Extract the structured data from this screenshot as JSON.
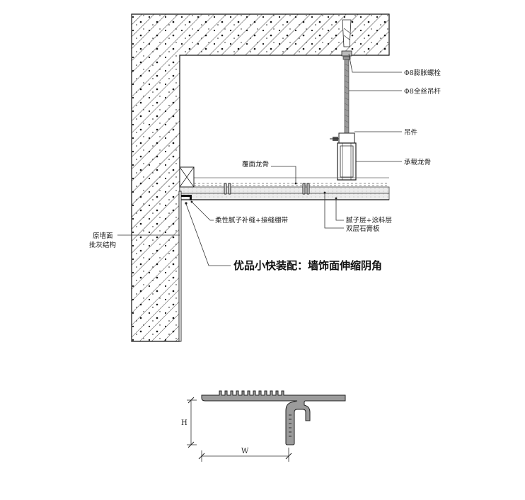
{
  "labels": {
    "expansion_bolt": "Φ8膨胀螺栓",
    "threaded_rod": "Φ8全丝吊杆",
    "hanger": "吊件",
    "main_keel": "承载龙骨",
    "cover_keel": "覆面龙骨",
    "flexible_putty": "柔性腻子补缝+接缝绷带",
    "putty_coating": "腻子层+涂料层",
    "double_gypsum": "双层石膏板",
    "wall_line1": "原墙面",
    "wall_line2": "批灰结构",
    "title": "优品小快装配：墙饰面伸缩阴角"
  },
  "dimensions": {
    "height": "H",
    "width": "W"
  }
}
